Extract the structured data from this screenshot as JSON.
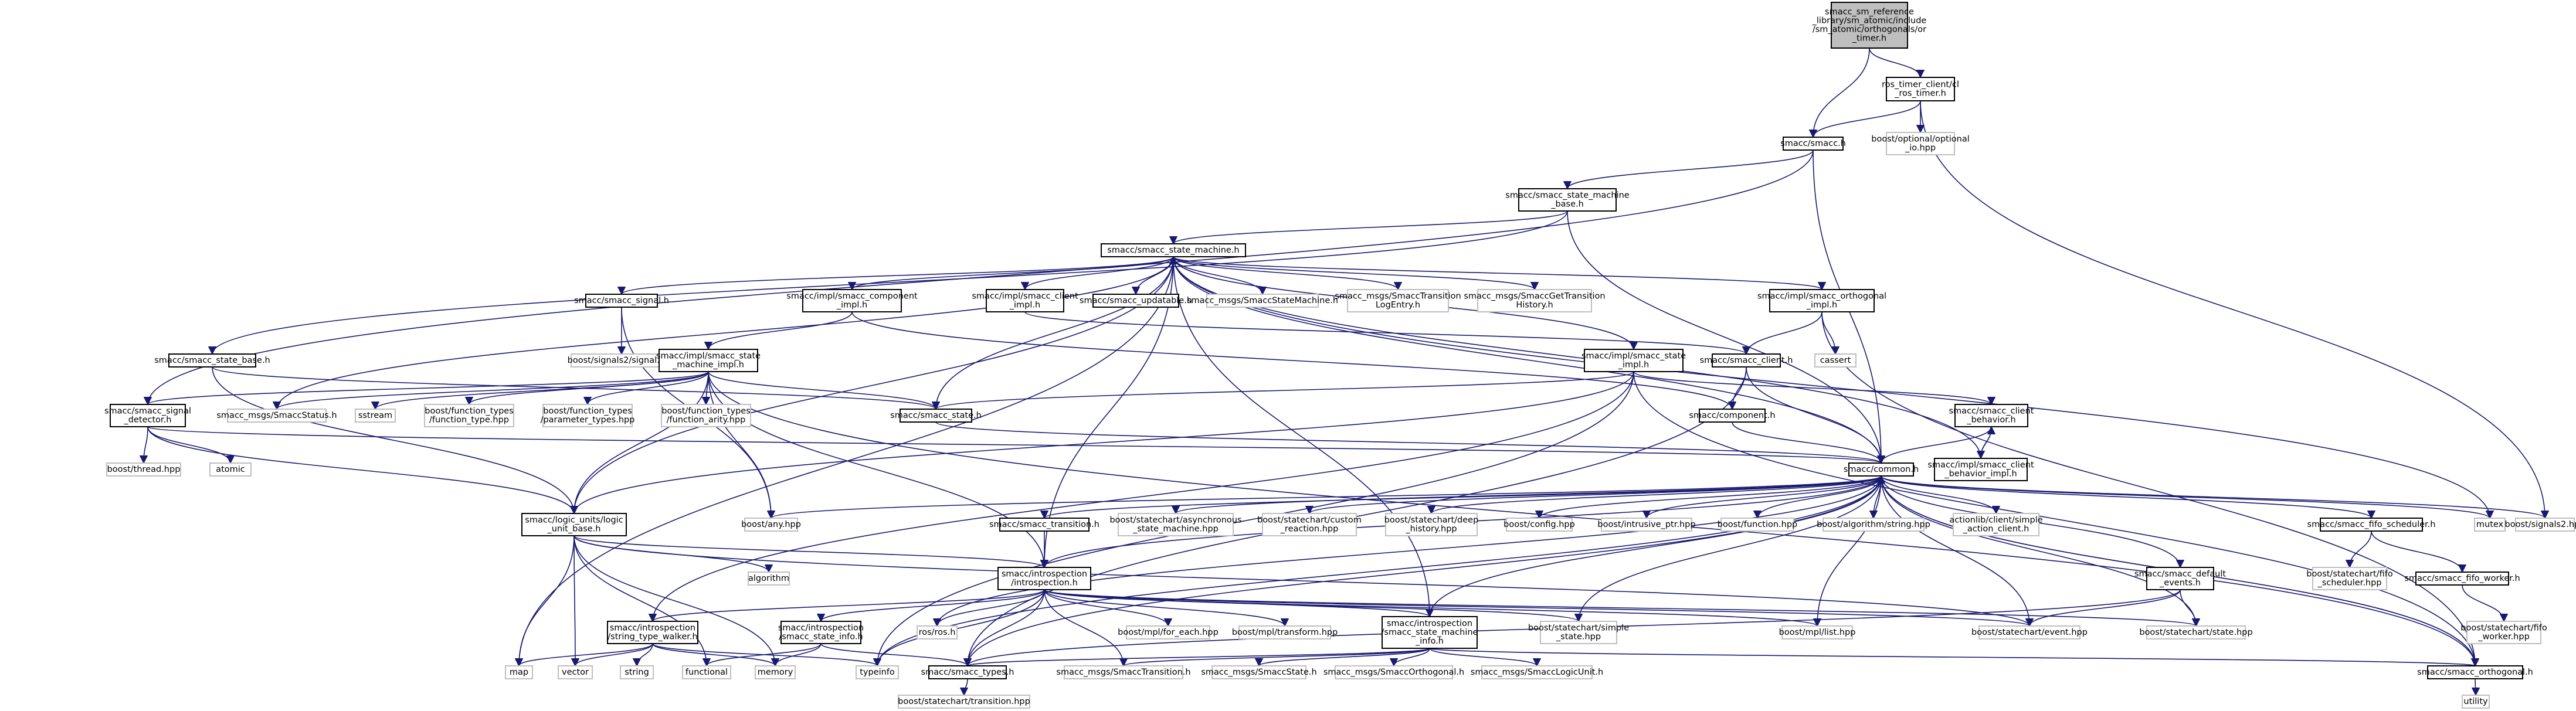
{
  "graph": {
    "nodes": [
      {
        "id": "root",
        "lines": [
          "smacc_sm_reference",
          "_library/sm_atomic/include",
          "/sm_atomic/orthogonals/or",
          "_timer.h"
        ],
        "kind": "root"
      },
      {
        "id": "ros_timer",
        "lines": [
          "ros_timer_client/cl",
          "_ros_timer.h"
        ],
        "kind": "boxed"
      },
      {
        "id": "smacc_h",
        "lines": [
          "smacc/smacc.h"
        ],
        "kind": "boxed"
      },
      {
        "id": "boost_optional",
        "lines": [
          "boost/optional/optional",
          "_io.hpp"
        ],
        "kind": "plain"
      },
      {
        "id": "sm_base",
        "lines": [
          "smacc/smacc_state_machine",
          "_base.h"
        ],
        "kind": "boxed"
      },
      {
        "id": "sm_h",
        "lines": [
          "smacc/smacc_state_machine.h"
        ],
        "kind": "boxed"
      },
      {
        "id": "signal_h",
        "lines": [
          "smacc/smacc_signal.h"
        ],
        "kind": "boxed"
      },
      {
        "id": "comp_impl",
        "lines": [
          "smacc/impl/smacc_component",
          "_impl.h"
        ],
        "kind": "boxed"
      },
      {
        "id": "client_impl",
        "lines": [
          "smacc/impl/smacc_client",
          "_impl.h"
        ],
        "kind": "boxed"
      },
      {
        "id": "updatable",
        "lines": [
          "smacc/smacc_updatable.h"
        ],
        "kind": "boxed"
      },
      {
        "id": "msg_sm",
        "lines": [
          "smacc_msgs/SmaccStateMachine.h"
        ],
        "kind": "plain"
      },
      {
        "id": "msg_log",
        "lines": [
          "smacc_msgs/SmaccTransition",
          "LogEntry.h"
        ],
        "kind": "plain"
      },
      {
        "id": "msg_hist",
        "lines": [
          "smacc_msgs/SmaccGetTransition",
          "History.h"
        ],
        "kind": "plain"
      },
      {
        "id": "orth_impl",
        "lines": [
          "smacc/impl/smacc_orthogonal",
          "_impl.h"
        ],
        "kind": "boxed"
      },
      {
        "id": "boost_signals",
        "lines": [
          "boost/signals2/signal.hpp"
        ],
        "kind": "plain"
      },
      {
        "id": "state_base",
        "lines": [
          "smacc/smacc_state_base.h"
        ],
        "kind": "boxed"
      },
      {
        "id": "sm_impl",
        "lines": [
          "smacc/impl/smacc_state",
          "_machine_impl.h"
        ],
        "kind": "boxed"
      },
      {
        "id": "state_impl",
        "lines": [
          "smacc/impl/smacc_state",
          "_impl.h"
        ],
        "kind": "boxed"
      },
      {
        "id": "client_h",
        "lines": [
          "smacc/smacc_client.h"
        ],
        "kind": "boxed"
      },
      {
        "id": "cassert",
        "lines": [
          "cassert"
        ],
        "kind": "plain"
      },
      {
        "id": "sig_det",
        "lines": [
          "smacc/smacc_signal",
          "_detector.h"
        ],
        "kind": "boxed"
      },
      {
        "id": "msg_status",
        "lines": [
          "smacc_msgs/SmaccStatus.h"
        ],
        "kind": "plain"
      },
      {
        "id": "sstream",
        "lines": [
          "sstream"
        ],
        "kind": "plain"
      },
      {
        "id": "ft_type",
        "lines": [
          "boost/function_types",
          "/function_type.hpp"
        ],
        "kind": "plain"
      },
      {
        "id": "ft_param",
        "lines": [
          "boost/function_types",
          "/parameter_types.hpp"
        ],
        "kind": "plain"
      },
      {
        "id": "ft_arity",
        "lines": [
          "boost/function_types",
          "/function_arity.hpp"
        ],
        "kind": "plain"
      },
      {
        "id": "state_h",
        "lines": [
          "smacc/smacc_state.h"
        ],
        "kind": "boxed"
      },
      {
        "id": "component",
        "lines": [
          "smacc/component.h"
        ],
        "kind": "boxed"
      },
      {
        "id": "cb_h",
        "lines": [
          "smacc/smacc_client",
          "_behavior.h"
        ],
        "kind": "boxed"
      },
      {
        "id": "boost_thread",
        "lines": [
          "boost/thread.hpp"
        ],
        "kind": "plain"
      },
      {
        "id": "atomic",
        "lines": [
          "atomic"
        ],
        "kind": "plain"
      },
      {
        "id": "common",
        "lines": [
          "smacc/common.h"
        ],
        "kind": "boxed"
      },
      {
        "id": "cb_impl",
        "lines": [
          "smacc/impl/smacc_client",
          "_behavior_impl.h"
        ],
        "kind": "boxed"
      },
      {
        "id": "logic",
        "lines": [
          "smacc/logic_units/logic",
          "_unit_base.h"
        ],
        "kind": "boxed"
      },
      {
        "id": "boost_any",
        "lines": [
          "boost/any.hpp"
        ],
        "kind": "plain"
      },
      {
        "id": "transition",
        "lines": [
          "smacc/smacc_transition.h"
        ],
        "kind": "boxed"
      },
      {
        "id": "async_sm",
        "lines": [
          "boost/statechart/asynchronous",
          "_state_machine.hpp"
        ],
        "kind": "plain"
      },
      {
        "id": "custom_react",
        "lines": [
          "boost/statechart/custom",
          "_reaction.hpp"
        ],
        "kind": "plain"
      },
      {
        "id": "deep_hist",
        "lines": [
          "boost/statechart/deep",
          "_history.hpp"
        ],
        "kind": "plain"
      },
      {
        "id": "config",
        "lines": [
          "boost/config.hpp"
        ],
        "kind": "plain"
      },
      {
        "id": "intrusive",
        "lines": [
          "boost/intrusive_ptr.hpp"
        ],
        "kind": "plain"
      },
      {
        "id": "bfunction",
        "lines": [
          "boost/function.hpp"
        ],
        "kind": "plain"
      },
      {
        "id": "balgo_str",
        "lines": [
          "boost/algorithm/string.hpp"
        ],
        "kind": "plain"
      },
      {
        "id": "actionlib",
        "lines": [
          "actionlib/client/simple",
          "_action_client.h"
        ],
        "kind": "plain"
      },
      {
        "id": "fifo_sched",
        "lines": [
          "smacc/smacc_fifo_scheduler.h"
        ],
        "kind": "boxed"
      },
      {
        "id": "mutex",
        "lines": [
          "mutex"
        ],
        "kind": "plain"
      },
      {
        "id": "signals2",
        "lines": [
          "boost/signals2.hpp"
        ],
        "kind": "plain"
      },
      {
        "id": "default_ev",
        "lines": [
          "smacc/smacc_default",
          "_events.h"
        ],
        "kind": "boxed"
      },
      {
        "id": "fifo_sched_hpp",
        "lines": [
          "boost/statechart/fifo",
          "_scheduler.hpp"
        ],
        "kind": "plain"
      },
      {
        "id": "fifo_worker",
        "lines": [
          "smacc/smacc_fifo_worker.h"
        ],
        "kind": "boxed"
      },
      {
        "id": "algorithm",
        "lines": [
          "algorithm"
        ],
        "kind": "plain"
      },
      {
        "id": "introspection",
        "lines": [
          "smacc/introspection",
          "/introspection.h"
        ],
        "kind": "boxed"
      },
      {
        "id": "fifo_worker_hpp",
        "lines": [
          "boost/statechart/fifo",
          "_worker.hpp"
        ],
        "kind": "plain"
      },
      {
        "id": "ros",
        "lines": [
          "ros/ros.h"
        ],
        "kind": "plain"
      },
      {
        "id": "for_each",
        "lines": [
          "boost/mpl/for_each.hpp"
        ],
        "kind": "plain"
      },
      {
        "id": "mpl_transform",
        "lines": [
          "boost/mpl/transform.hpp"
        ],
        "kind": "plain"
      },
      {
        "id": "simple_state",
        "lines": [
          "boost/statechart/simple",
          "_state.hpp"
        ],
        "kind": "plain"
      },
      {
        "id": "mpl_list",
        "lines": [
          "boost/mpl/list.hpp"
        ],
        "kind": "plain"
      },
      {
        "id": "event_hpp",
        "lines": [
          "boost/statechart/event.hpp"
        ],
        "kind": "plain"
      },
      {
        "id": "state_hpp",
        "lines": [
          "boost/statechart/state.hpp"
        ],
        "kind": "plain"
      },
      {
        "id": "stw",
        "lines": [
          "smacc/introspection",
          "/string_type_walker.h"
        ],
        "kind": "boxed"
      },
      {
        "id": "ssi",
        "lines": [
          "smacc/introspection",
          "/smacc_state_info.h"
        ],
        "kind": "boxed"
      },
      {
        "id": "smi",
        "lines": [
          "smacc/introspection",
          "/smacc_state_machine",
          "_info.h"
        ],
        "kind": "boxed"
      },
      {
        "id": "map",
        "lines": [
          "map"
        ],
        "kind": "plain"
      },
      {
        "id": "vector",
        "lines": [
          "vector"
        ],
        "kind": "plain"
      },
      {
        "id": "string",
        "lines": [
          "string"
        ],
        "kind": "plain"
      },
      {
        "id": "functional",
        "lines": [
          "functional"
        ],
        "kind": "plain"
      },
      {
        "id": "memory",
        "lines": [
          "memory"
        ],
        "kind": "plain"
      },
      {
        "id": "typeinfo",
        "lines": [
          "typeinfo"
        ],
        "kind": "plain"
      },
      {
        "id": "types",
        "lines": [
          "smacc/smacc_types.h"
        ],
        "kind": "boxed"
      },
      {
        "id": "msg_trans",
        "lines": [
          "smacc_msgs/SmaccTransition.h"
        ],
        "kind": "plain"
      },
      {
        "id": "msg_state",
        "lines": [
          "smacc_msgs/SmaccState.h"
        ],
        "kind": "plain"
      },
      {
        "id": "msg_orth",
        "lines": [
          "smacc_msgs/SmaccOrthogonal.h"
        ],
        "kind": "plain"
      },
      {
        "id": "msg_lu",
        "lines": [
          "smacc_msgs/SmaccLogicUnit.h"
        ],
        "kind": "plain"
      },
      {
        "id": "orthogonal",
        "lines": [
          "smacc/smacc_orthogonal.h"
        ],
        "kind": "boxed"
      },
      {
        "id": "sc_transition",
        "lines": [
          "boost/statechart/transition.hpp"
        ],
        "kind": "plain"
      },
      {
        "id": "utility",
        "lines": [
          "utility"
        ],
        "kind": "plain"
      }
    ],
    "edges": [
      [
        "root",
        "ros_timer"
      ],
      [
        "root",
        "smacc_h"
      ],
      [
        "ros_timer",
        "smacc_h"
      ],
      [
        "ros_timer",
        "boost_optional"
      ],
      [
        "ros_timer",
        "signals2"
      ],
      [
        "smacc_h",
        "sm_base"
      ],
      [
        "smacc_h",
        "sig_det"
      ],
      [
        "smacc_h",
        "common"
      ],
      [
        "sm_base",
        "sm_h"
      ],
      [
        "sm_base",
        "state_base"
      ],
      [
        "sm_base",
        "common"
      ],
      [
        "sm_h",
        "signal_h"
      ],
      [
        "sm_h",
        "comp_impl"
      ],
      [
        "sm_h",
        "client_impl"
      ],
      [
        "sm_h",
        "updatable"
      ],
      [
        "sm_h",
        "msg_sm"
      ],
      [
        "sm_h",
        "msg_log"
      ],
      [
        "sm_h",
        "msg_hist"
      ],
      [
        "sm_h",
        "orth_impl"
      ],
      [
        "sm_h",
        "state_impl"
      ],
      [
        "sm_h",
        "msg_status"
      ],
      [
        "sm_h",
        "state_h"
      ],
      [
        "sm_h",
        "logic"
      ],
      [
        "sm_h",
        "introspection"
      ],
      [
        "sm_h",
        "common"
      ],
      [
        "sm_h",
        "mutex"
      ],
      [
        "sm_h",
        "map"
      ],
      [
        "signal_h",
        "boost_signals"
      ],
      [
        "signal_h",
        "boost_any"
      ],
      [
        "comp_impl",
        "sm_impl"
      ],
      [
        "comp_impl",
        "component"
      ],
      [
        "client_impl",
        "client_h"
      ],
      [
        "orth_impl",
        "client_h"
      ],
      [
        "orth_impl",
        "cassert"
      ],
      [
        "orth_impl",
        "orthogonal"
      ],
      [
        "state_base",
        "state_h"
      ],
      [
        "state_base",
        "logic"
      ],
      [
        "sm_impl",
        "sig_det"
      ],
      [
        "sm_impl",
        "msg_status"
      ],
      [
        "sm_impl",
        "sstream"
      ],
      [
        "sm_impl",
        "ft_type"
      ],
      [
        "sm_impl",
        "ft_param"
      ],
      [
        "sm_impl",
        "ft_arity"
      ],
      [
        "sm_impl",
        "state_h"
      ],
      [
        "sm_impl",
        "introspection"
      ],
      [
        "sm_impl",
        "logic"
      ],
      [
        "sm_impl",
        "boost_any"
      ],
      [
        "sm_impl",
        "orthogonal"
      ],
      [
        "state_impl",
        "state_h"
      ],
      [
        "state_impl",
        "cb_h"
      ],
      [
        "state_impl",
        "stw"
      ],
      [
        "state_impl",
        "logic"
      ],
      [
        "state_impl",
        "typeinfo"
      ],
      [
        "state_impl",
        "orthogonal"
      ],
      [
        "client_h",
        "component"
      ],
      [
        "client_h",
        "common"
      ],
      [
        "client_h",
        "types"
      ],
      [
        "sig_det",
        "boost_thread"
      ],
      [
        "sig_det",
        "atomic"
      ],
      [
        "sig_det",
        "logic"
      ],
      [
        "sig_det",
        "common"
      ],
      [
        "state_h",
        "common"
      ],
      [
        "component",
        "common"
      ],
      [
        "cb_h",
        "common"
      ],
      [
        "cb_h",
        "cb_impl"
      ],
      [
        "cb_impl",
        "cb_h"
      ],
      [
        "cb_impl",
        "sm_h"
      ],
      [
        "logic",
        "introspection"
      ],
      [
        "logic",
        "algorithm"
      ],
      [
        "logic",
        "map"
      ],
      [
        "logic",
        "vector"
      ],
      [
        "logic",
        "functional"
      ],
      [
        "logic",
        "memory"
      ],
      [
        "logic",
        "event_hpp"
      ],
      [
        "common",
        "boost_any"
      ],
      [
        "common",
        "transition"
      ],
      [
        "common",
        "async_sm"
      ],
      [
        "common",
        "custom_react"
      ],
      [
        "common",
        "deep_hist"
      ],
      [
        "common",
        "config"
      ],
      [
        "common",
        "intrusive"
      ],
      [
        "common",
        "bfunction"
      ],
      [
        "common",
        "balgo_str"
      ],
      [
        "common",
        "actionlib"
      ],
      [
        "common",
        "fifo_sched"
      ],
      [
        "common",
        "mutex"
      ],
      [
        "common",
        "signals2"
      ],
      [
        "common",
        "default_ev"
      ],
      [
        "common",
        "introspection"
      ],
      [
        "common",
        "ros"
      ],
      [
        "common",
        "types"
      ],
      [
        "common",
        "smi"
      ],
      [
        "common",
        "simple_state"
      ],
      [
        "common",
        "mpl_list"
      ],
      [
        "common",
        "event_hpp"
      ],
      [
        "common",
        "state_hpp"
      ],
      [
        "common",
        "typeinfo"
      ],
      [
        "common",
        "orthogonal"
      ],
      [
        "transition",
        "introspection"
      ],
      [
        "fifo_sched",
        "fifo_sched_hpp"
      ],
      [
        "fifo_sched",
        "fifo_worker"
      ],
      [
        "fifo_worker",
        "fifo_worker_hpp"
      ],
      [
        "default_ev",
        "event_hpp"
      ],
      [
        "default_ev",
        "state_hpp"
      ],
      [
        "default_ev",
        "types"
      ],
      [
        "introspection",
        "stw"
      ],
      [
        "introspection",
        "ssi"
      ],
      [
        "introspection",
        "smi"
      ],
      [
        "introspection",
        "ros"
      ],
      [
        "introspection",
        "for_each"
      ],
      [
        "introspection",
        "mpl_transform"
      ],
      [
        "introspection",
        "simple_state"
      ],
      [
        "introspection",
        "mpl_list"
      ],
      [
        "introspection",
        "event_hpp"
      ],
      [
        "introspection",
        "state_hpp"
      ],
      [
        "introspection",
        "typeinfo"
      ],
      [
        "introspection",
        "types"
      ],
      [
        "introspection",
        "msg_trans"
      ],
      [
        "stw",
        "map"
      ],
      [
        "stw",
        "vector"
      ],
      [
        "stw",
        "string"
      ],
      [
        "stw",
        "memory"
      ],
      [
        "stw",
        "typeinfo"
      ],
      [
        "ssi",
        "functional"
      ],
      [
        "ssi",
        "memory"
      ],
      [
        "ssi",
        "types"
      ],
      [
        "smi",
        "msg_trans"
      ],
      [
        "smi",
        "msg_state"
      ],
      [
        "smi",
        "msg_orth"
      ],
      [
        "smi",
        "msg_lu"
      ],
      [
        "smi",
        "types"
      ],
      [
        "smi",
        "orthogonal"
      ],
      [
        "smi",
        "sm_h"
      ],
      [
        "types",
        "sc_transition"
      ],
      [
        "orthogonal",
        "utility"
      ],
      [
        "orthogonal",
        "common"
      ]
    ]
  }
}
